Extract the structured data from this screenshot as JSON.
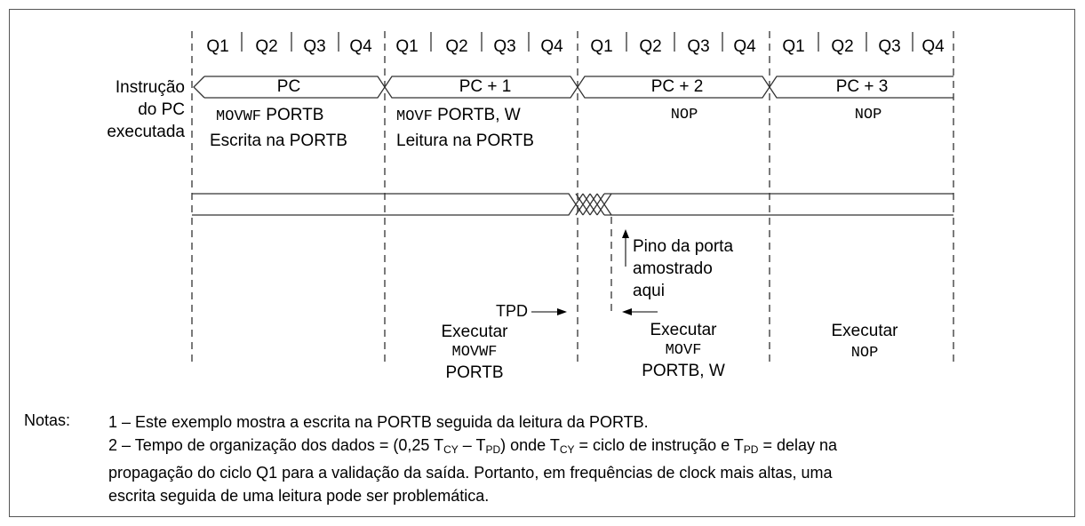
{
  "diagram": {
    "quarters": [
      "Q1",
      "Q2",
      "Q3",
      "Q4"
    ],
    "row_label": [
      "Instrução",
      "do PC",
      "executada"
    ],
    "cycles": [
      {
        "pc": "PC",
        "instr_op": "MOVWF",
        "instr_arg": "PORTB",
        "desc": "Escrita na PORTB"
      },
      {
        "pc": "PC + 1",
        "instr_op": "MOVF",
        "instr_arg": "PORTB, W",
        "desc": "Leitura na PORTB"
      },
      {
        "pc": "PC + 2",
        "instr_op": "NOP",
        "instr_arg": "",
        "desc": ""
      },
      {
        "pc": "PC + 3",
        "instr_op": "NOP",
        "instr_arg": "",
        "desc": ""
      }
    ],
    "sample_note": [
      "Pino da porta",
      "amostrado",
      "aqui"
    ],
    "tpd_label": "TPD",
    "exec": [
      {
        "label": "Executar",
        "op": "MOVWF",
        "arg": "PORTB"
      },
      {
        "label": "Executar",
        "op": "MOVF",
        "arg": "PORTB, W"
      },
      {
        "label": "Executar",
        "op": "NOP"
      }
    ]
  },
  "notes": {
    "title": "Notas:",
    "note1": "1 – Este exemplo mostra a escrita na PORTB seguida da leitura da PORTB.",
    "note2_a": "2 – Tempo de organização dos dados = (0,25 T",
    "cy": "CY",
    "dash": " – T",
    "pd": "PD",
    "note2_b": ") onde T",
    "note2_c": " = ciclo de instrução e T",
    "note2_d": " = delay na",
    "line2": "propagação do ciclo Q1 para a validação da saída. Portanto, em frequências de clock mais altas, uma",
    "line3": "escrita seguida de uma leitura pode ser problemática."
  }
}
